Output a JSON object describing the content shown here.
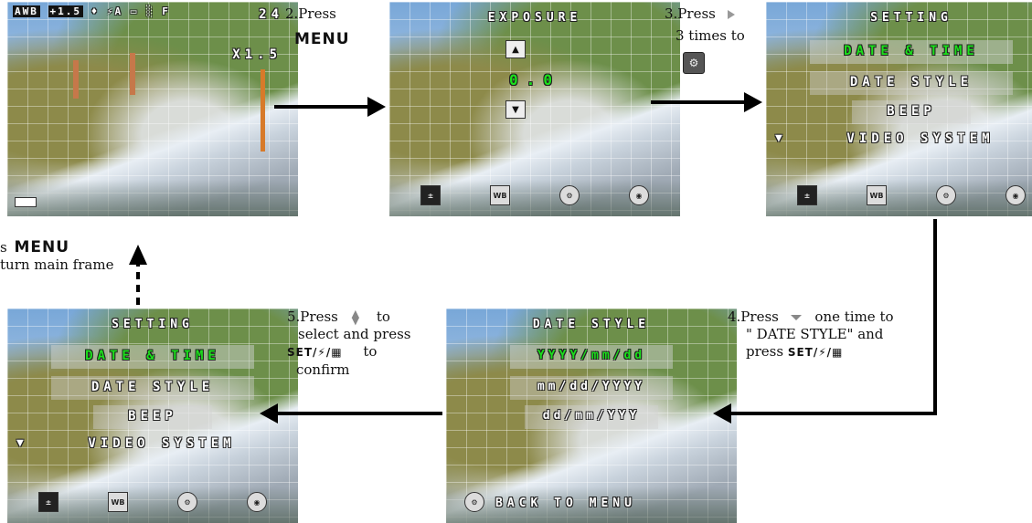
{
  "screens": {
    "live": {
      "badges": [
        "AWB",
        "+1.5",
        "♦",
        "⚡A",
        "▭",
        "░",
        "F"
      ],
      "shots": "24",
      "zoom": "X1.5"
    },
    "exposure": {
      "title": "EXPOSURE",
      "value": "0.0",
      "up_icon": "up-triangle",
      "down_icon": "down-triangle"
    },
    "setting": {
      "title": "SETTING",
      "items": [
        "DATE & TIME",
        "DATE STYLE",
        "BEEP",
        "VIDEO SYSTEM"
      ]
    },
    "date_style": {
      "title": "DATE STYLE",
      "options": [
        "YYYY/mm/dd",
        "mm/dd/YYYY",
        "dd/mm/YYY"
      ],
      "back": "BACK TO MENU"
    },
    "setting_final": {
      "title": "SETTING",
      "items": [
        "DATE & TIME",
        "DATE STYLE",
        "BEEP",
        "VIDEO SYSTEM"
      ]
    },
    "icons": [
      "exposure-icon",
      "wb-icon",
      "setting-icon",
      "dot-icon",
      "mode-icon"
    ]
  },
  "steps": {
    "s2": {
      "line1": "2.Press",
      "menu": "MENU"
    },
    "s3": {
      "line1": "3.Press",
      "line2": "3 times to"
    },
    "s4": {
      "line1": "4.Press",
      "line1b": "one time to",
      "line2": "\" DATE STYLE\" and",
      "line3": "press",
      "btn": "SET/⚡/▦"
    },
    "s5": {
      "line1": "5.Press",
      "line1b": "to",
      "line2": "select and press",
      "btn": "SET/⚡/▦",
      "line3b": "to",
      "line4": "confirm"
    },
    "s6": {
      "line1": "s",
      "menu": "MENU",
      "line2": "turn main frame"
    }
  },
  "colors": {
    "selected": "#1be01b",
    "arrow": "#000000"
  }
}
